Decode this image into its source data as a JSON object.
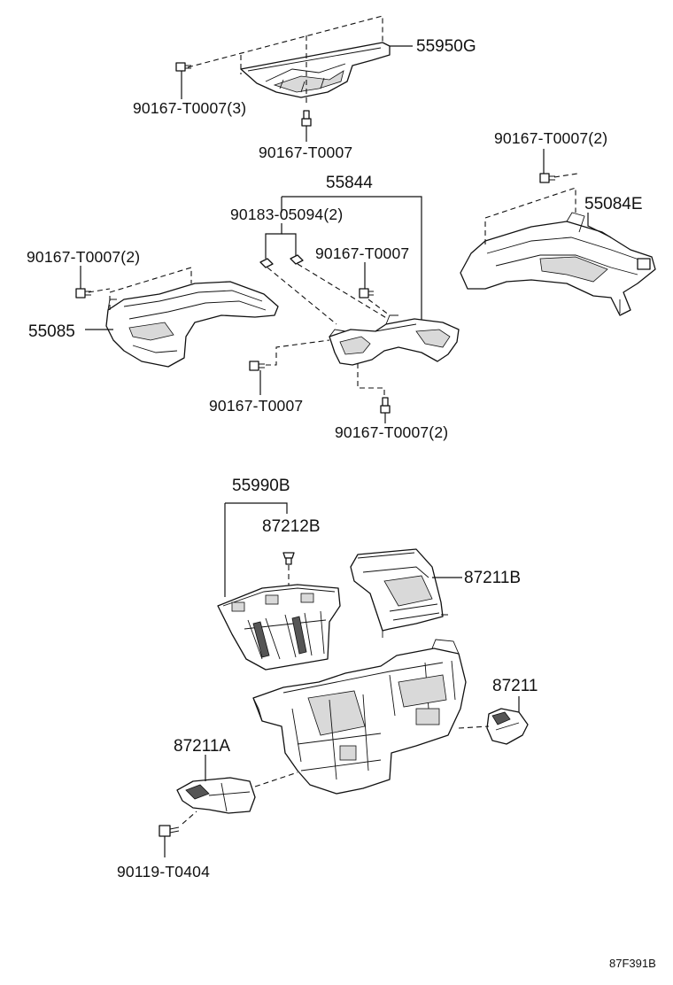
{
  "labels": {
    "p55950G": "55950G",
    "s90167_T0007_3": "90167-T0007(3)",
    "s90167_T0007_a": "90167-T0007",
    "p55844": "55844",
    "s90183_05094_2": "90183-05094(2)",
    "s90167_T0007_2a": "90167-T0007(2)",
    "p55084E": "55084E",
    "s90167_T0007_2b": "90167-T0007(2)",
    "s90167_T0007_b": "90167-T0007",
    "p55085": "55085",
    "s90167_T0007_c": "90167-T0007",
    "s90167_T0007_2c": "90167-T0007(2)",
    "p55990B": "55990B",
    "p87212B": "87212B",
    "p87211B": "87211B",
    "p87211": "87211",
    "p87211A": "87211A",
    "s90119_T0404": "90119-T0404",
    "diagram_ref": "87F391B"
  },
  "parts": {
    "icons": {
      "bolt": "bolt-icon",
      "clip": "clip-icon",
      "duct": "air-duct-icon",
      "heater_unit": "heater-unit-icon"
    }
  }
}
